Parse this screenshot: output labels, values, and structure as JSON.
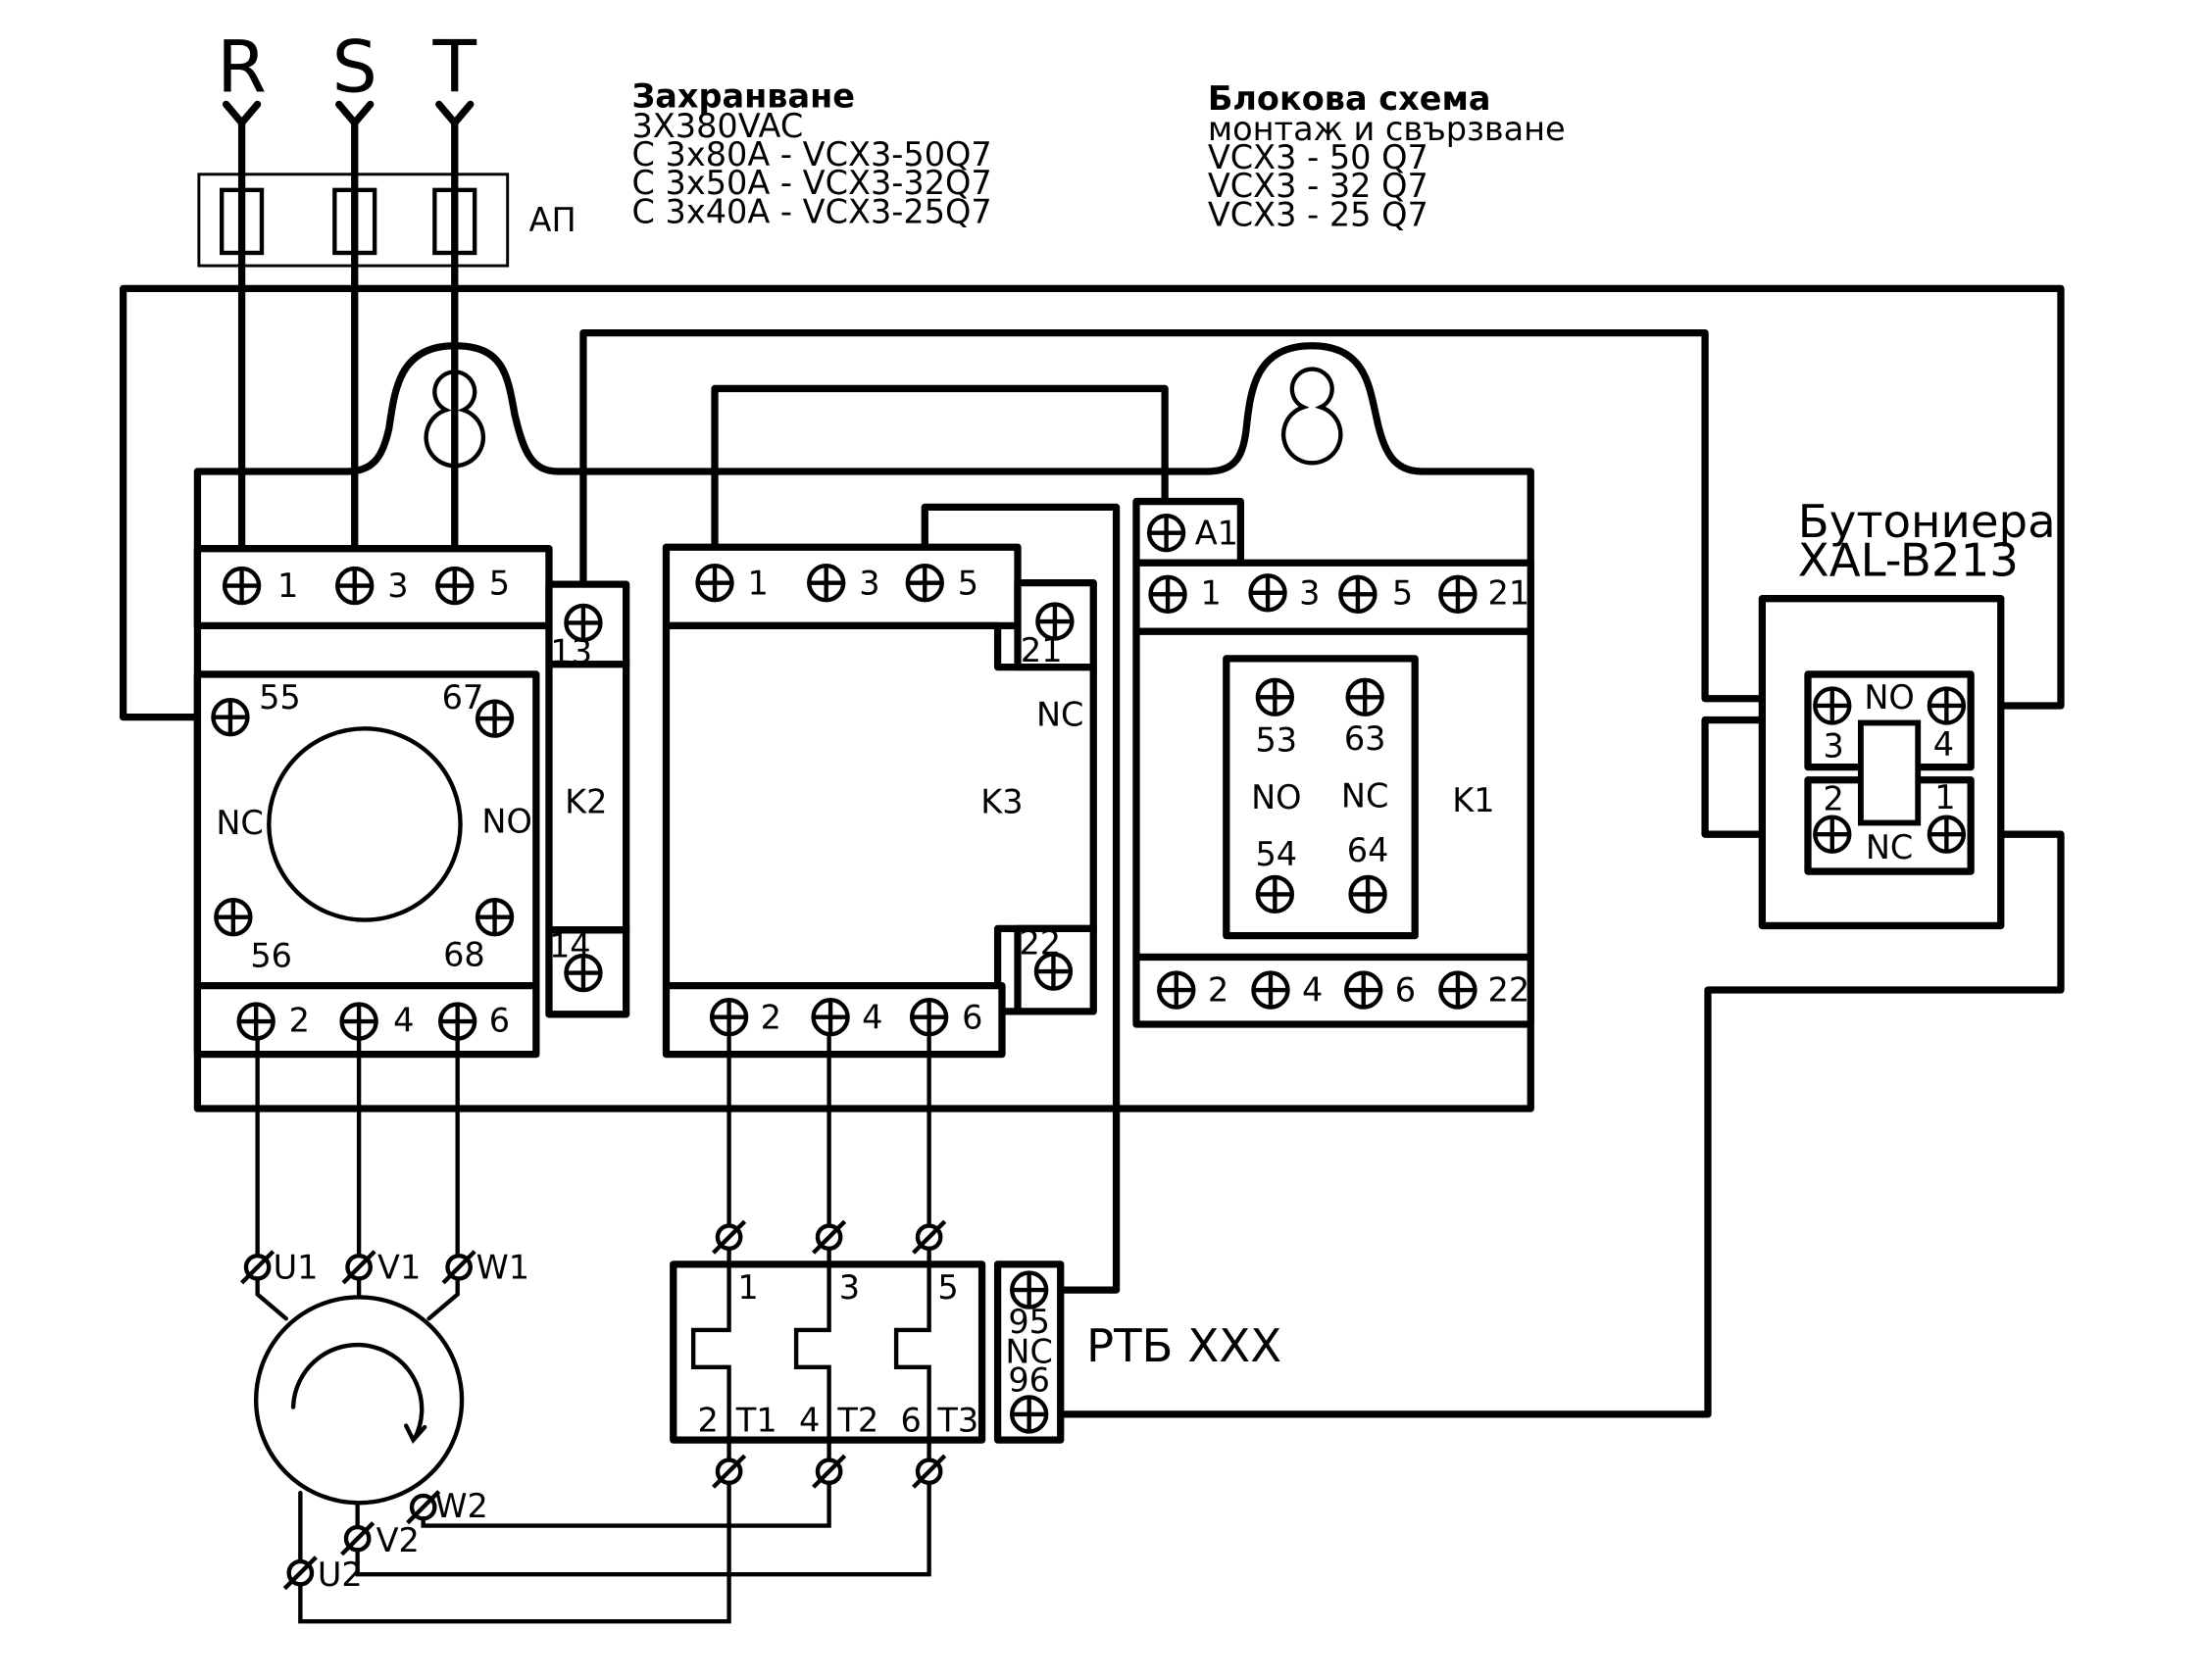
{
  "supply": {
    "title": "Захранване",
    "lines": [
      "3X380VAC",
      "C 3x80A - VCX3-50Q7",
      "C 3x50A - VCX3-32Q7",
      "C 3x40A - VCX3-25Q7"
    ]
  },
  "block": {
    "title": "Блокова схема",
    "lines": [
      "монтаж и свързване",
      "VCX3 - 50 Q7",
      "VCX3 - 32 Q7",
      "VCX3 - 25 Q7"
    ]
  },
  "phases": [
    "R",
    "S",
    "T"
  ],
  "breaker_label": "АП",
  "k2": {
    "label": "K2",
    "top_terminals": [
      "1",
      "3",
      "5"
    ],
    "bottom_terminals": [
      "2",
      "4",
      "6"
    ],
    "aux_top": "13",
    "aux_bottom": "14",
    "block_terminals": [
      "55",
      "67",
      "56",
      "68"
    ],
    "nc": "NC",
    "no": "NO"
  },
  "k3": {
    "label": "K3",
    "top_terminals": [
      "1",
      "3",
      "5"
    ],
    "bottom_terminals": [
      "2",
      "4",
      "6"
    ],
    "aux_top": "21",
    "aux_bottom": "22",
    "nc": "NC"
  },
  "k1": {
    "label": "K1",
    "coil": "A1",
    "top_terminals": [
      "1",
      "3",
      "5",
      "21"
    ],
    "bottom_terminals": [
      "2",
      "4",
      "6",
      "22"
    ],
    "block": {
      "t53": "53",
      "t63": "63",
      "no": "NO",
      "nc": "NC",
      "t54": "54",
      "t64": "64"
    }
  },
  "pushbutton": {
    "title_line1": "Бутониера",
    "title_line2": "XAL-B213",
    "no": "NO",
    "nc": "NC",
    "t3": "3",
    "t4": "4",
    "t2": "2",
    "t1": "1"
  },
  "motor": {
    "top": [
      "U1",
      "V1",
      "W1"
    ],
    "bottom": [
      "W2",
      "V2",
      "U2"
    ]
  },
  "relay": {
    "label": "РТБ XXX",
    "top": [
      "1",
      "3",
      "5"
    ],
    "bottom": [
      "2",
      "4",
      "6"
    ],
    "t_labels": [
      "T1",
      "T2",
      "T3"
    ],
    "contact_top": "95",
    "contact_nc": "NC",
    "contact_bottom": "96"
  }
}
